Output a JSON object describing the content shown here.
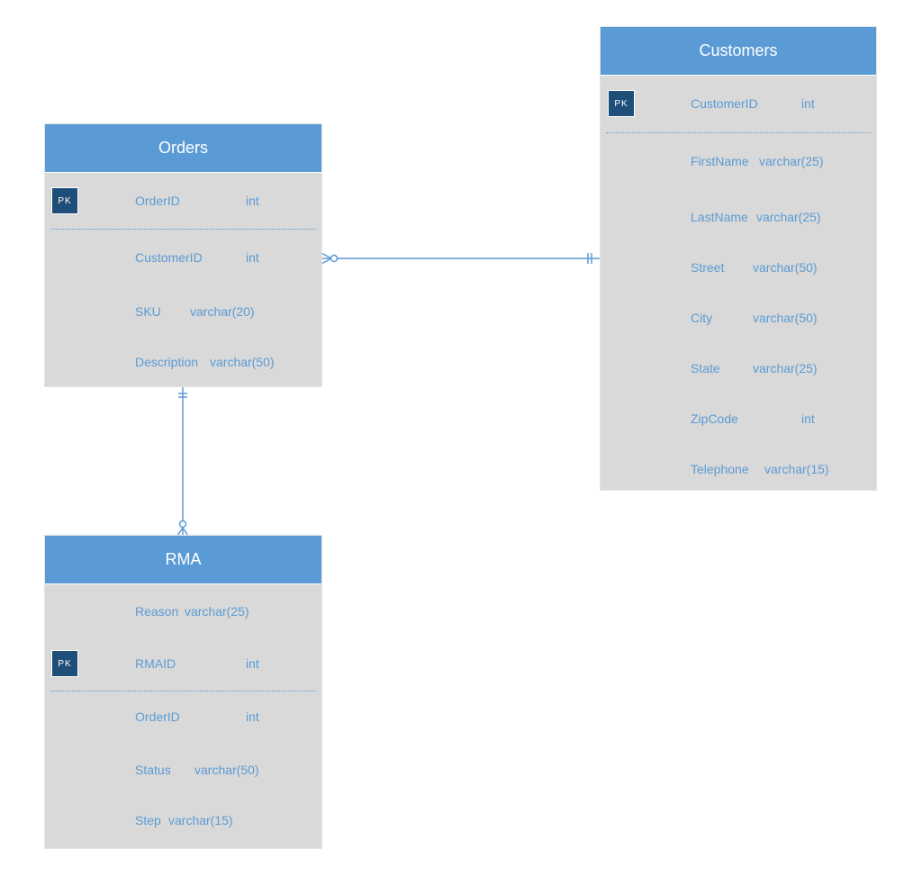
{
  "entities": {
    "orders": {
      "title": "Orders",
      "pk_badge": "PK",
      "pk_row": {
        "name": "OrderID",
        "type": "int"
      },
      "rows": [
        {
          "name": "CustomerID",
          "type": "int"
        },
        {
          "name": "SKU",
          "type": "varchar(20)"
        },
        {
          "name": "Description",
          "type": "varchar(50)"
        }
      ]
    },
    "customers": {
      "title": "Customers",
      "pk_badge": "PK",
      "pk_row": {
        "name": "CustomerID",
        "type": "int"
      },
      "rows": [
        {
          "name": "FirstName",
          "type": "varchar(25)"
        },
        {
          "name": "LastName",
          "type": "varchar(25)"
        },
        {
          "name": "Street",
          "type": "varchar(50)"
        },
        {
          "name": "City",
          "type": "varchar(50)"
        },
        {
          "name": "State",
          "type": "varchar(25)"
        },
        {
          "name": "ZipCode",
          "type": "int"
        },
        {
          "name": "Telephone",
          "type": "varchar(15)"
        }
      ]
    },
    "rma": {
      "title": "RMA",
      "pk_badge": "PK",
      "pre_rows": [
        {
          "name": "Reason",
          "type": "varchar(25)"
        }
      ],
      "pk_row": {
        "name": "RMAID",
        "type": "int"
      },
      "rows": [
        {
          "name": "OrderID",
          "type": "int"
        },
        {
          "name": "Status",
          "type": "varchar(50)"
        },
        {
          "name": "Step",
          "type": "varchar(15)"
        }
      ]
    }
  },
  "colors": {
    "header": "#5b9bd5",
    "body": "#d9d9d9",
    "text": "#5b9bd5",
    "pk_badge": "#1f4e79",
    "connector": "#5b9bd5"
  }
}
